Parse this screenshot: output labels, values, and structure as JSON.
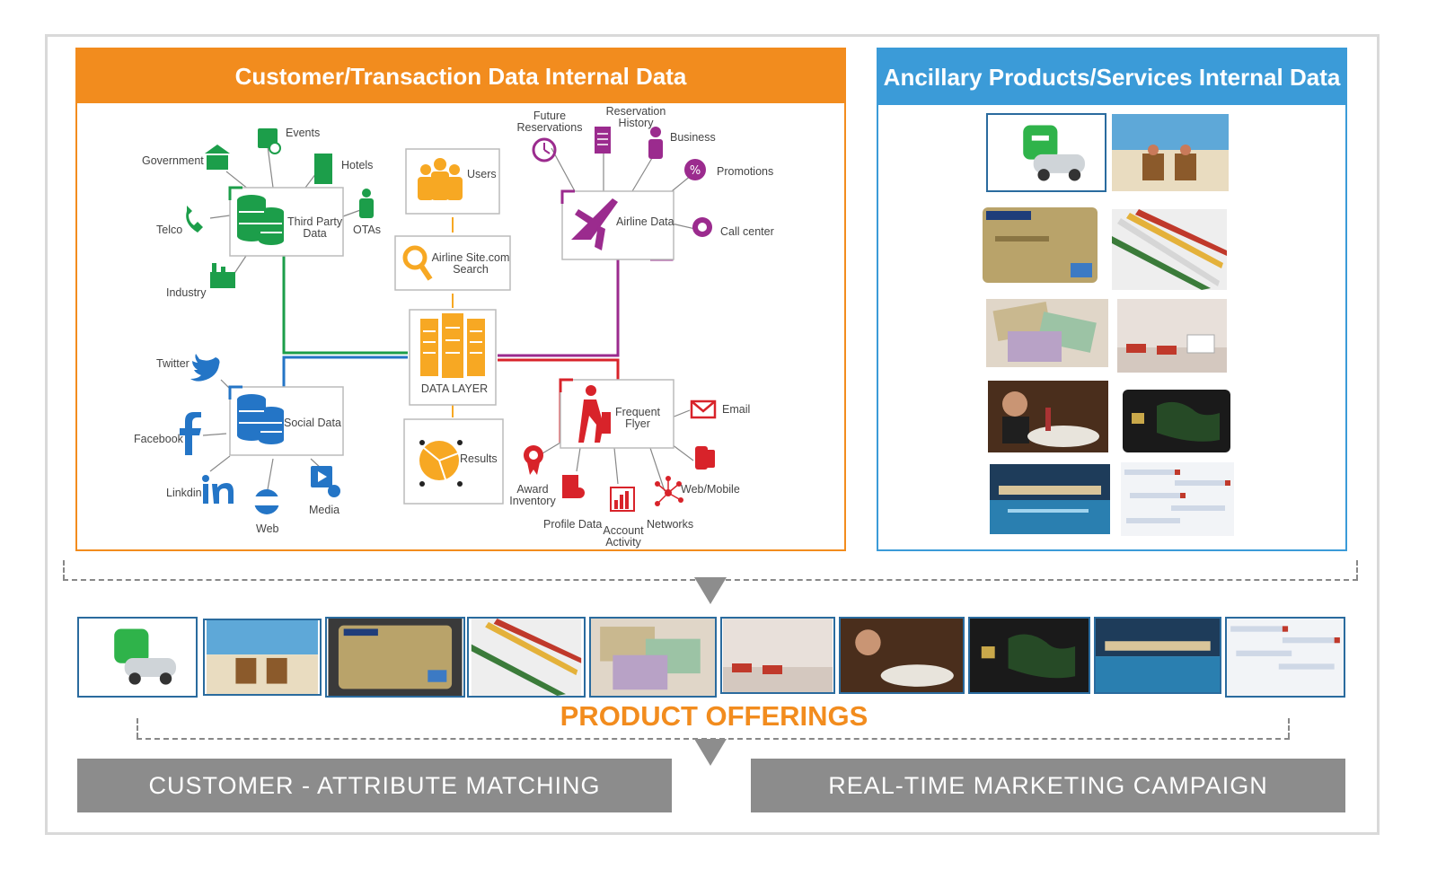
{
  "left_panel": {
    "title": "Customer/Transaction Data Internal Data",
    "nodes": {
      "third_party": "Third Party\nData",
      "social": "Social Data",
      "users": "Users",
      "search": "Airline Site.com\nSearch",
      "data_layer": "DATA LAYER",
      "results": "Results",
      "airline": "Airline Data",
      "frequent_flyer": "Frequent\nFlyer"
    },
    "sources": {
      "government": "Government",
      "events": "Events",
      "hotels": "Hotels",
      "telco": "Telco",
      "otas": "OTAs",
      "industry": "Industry",
      "twitter": "Twitter",
      "facebook": "Facebook",
      "linkedin": "Linkdin",
      "web": "Web",
      "media": "Media",
      "future_reservations": "Future\nReservations",
      "reservation_history": "Reservation\nHistory",
      "business": "Business",
      "promotions": "Promotions",
      "call_center": "Call center",
      "email": "Email",
      "web_mobile": "Web/Mobile",
      "award_inventory": "Award\nInventory",
      "profile_data": "Profile Data",
      "account_activity": "Account\nActivity",
      "networks": "Networks"
    },
    "colors": {
      "green": "#1c9e4a",
      "blue": "#2475c6",
      "orange": "#f7a823",
      "purple": "#9b2b8e",
      "red": "#d8232a"
    }
  },
  "right_panel": {
    "title": "Ancillary Products/Services Internal Data"
  },
  "offerings": {
    "title": "PRODUCT OFFERINGS"
  },
  "bottom": {
    "left_bar": "CUSTOMER - ATTRIBUTE MATCHING",
    "right_bar": "REAL-TIME MARKETING CAMPAIGN"
  },
  "colors": {
    "accent_orange": "#f28c1e",
    "accent_blue": "#3b9bd8",
    "bar_gray": "#8c8c8c"
  }
}
